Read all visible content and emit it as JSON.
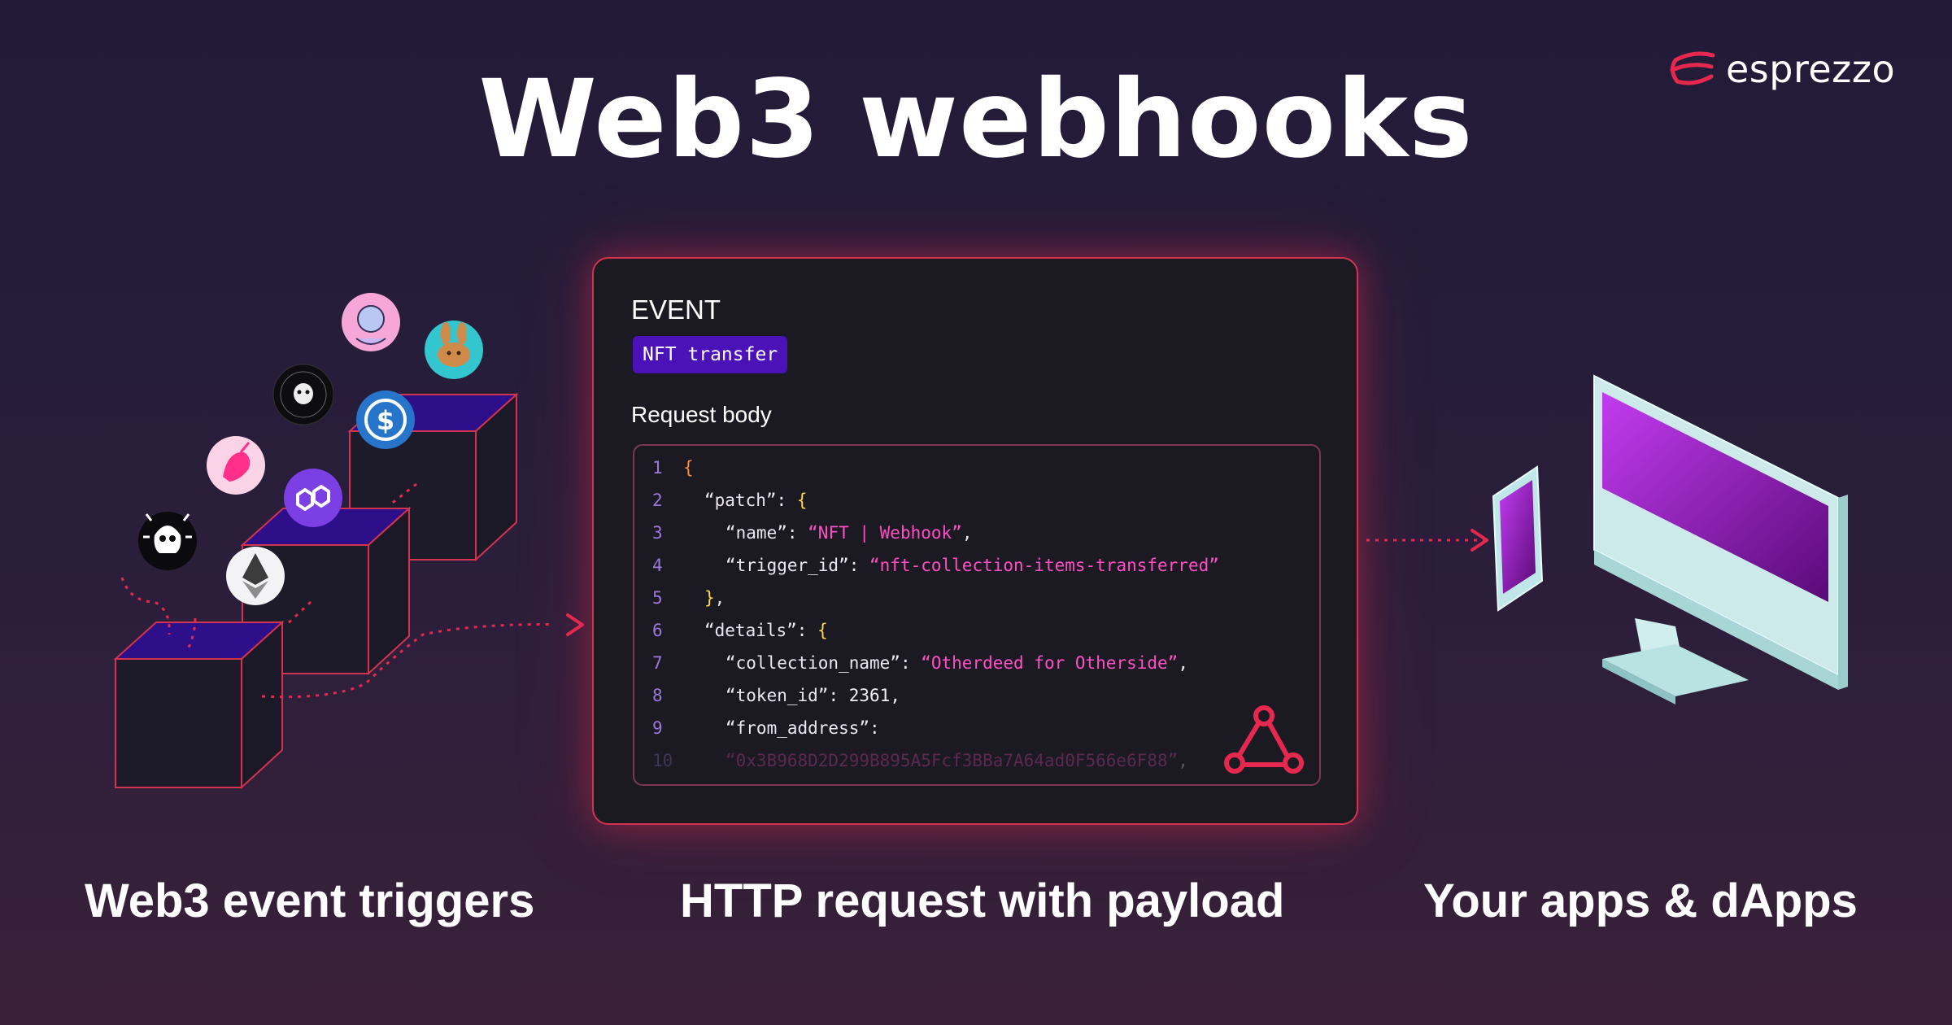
{
  "header": {
    "title": "Web3 webhooks"
  },
  "brand": {
    "name": "esprezzo",
    "accent": "#e6284f"
  },
  "card": {
    "event_label": "EVENT",
    "event_badge": "NFT transfer",
    "request_body_label": "Request body",
    "code_lines": [
      {
        "n": "1",
        "indent": 0,
        "parts": [
          [
            "{",
            "b1"
          ]
        ]
      },
      {
        "n": "2",
        "indent": 1,
        "parts": [
          [
            "“patch”",
            "k"
          ],
          [
            ": ",
            "p"
          ],
          [
            "{",
            "b2"
          ]
        ]
      },
      {
        "n": "3",
        "indent": 2,
        "parts": [
          [
            "“name”",
            "k"
          ],
          [
            ": ",
            "p"
          ],
          [
            "“NFT | Webhook”",
            "s"
          ],
          [
            ",",
            "p"
          ]
        ]
      },
      {
        "n": "4",
        "indent": 2,
        "parts": [
          [
            "“trigger_id”",
            "k"
          ],
          [
            ": ",
            "p"
          ],
          [
            "“nft-collection-items-transferred”",
            "s"
          ]
        ]
      },
      {
        "n": "5",
        "indent": 1,
        "parts": [
          [
            "}",
            "b2"
          ],
          [
            ",",
            "p"
          ]
        ]
      },
      {
        "n": "6",
        "indent": 1,
        "parts": [
          [
            "“details”",
            "k"
          ],
          [
            ": ",
            "p"
          ],
          [
            "{",
            "b2"
          ]
        ]
      },
      {
        "n": "7",
        "indent": 2,
        "parts": [
          [
            "“collection_name”",
            "k"
          ],
          [
            ": ",
            "p"
          ],
          [
            "“Otherdeed for Otherside”",
            "s"
          ],
          [
            ",",
            "p"
          ]
        ]
      },
      {
        "n": "8",
        "indent": 2,
        "parts": [
          [
            "“token_id”",
            "k"
          ],
          [
            ": ",
            "p"
          ],
          [
            "2361",
            "n"
          ],
          [
            ",",
            "p"
          ]
        ]
      },
      {
        "n": "9",
        "indent": 2,
        "parts": [
          [
            "“from_address”",
            "k"
          ],
          [
            ":",
            "p"
          ]
        ]
      },
      {
        "n": "10",
        "indent": 2,
        "faded": true,
        "parts": [
          [
            "“0x3B968D2D299B895A5Fcf3BBa7A64ad0F566e6F88”",
            "s"
          ],
          [
            ",",
            "p"
          ]
        ]
      }
    ]
  },
  "captions": {
    "left": "Web3 event triggers",
    "center": "HTTP request with payload",
    "right": "Your apps & dApps"
  },
  "icons": {
    "token_icons": [
      "apecoin-avatar-icon",
      "pancakeswap-bunny-icon",
      "bored-ape-yacht-club-icon",
      "usdc-icon",
      "uniswap-unicorn-icon",
      "polygon-icon",
      "skull-token-icon",
      "ethereum-icon"
    ],
    "webhook": "webhook-icon",
    "devices": [
      "smartphone-icon",
      "monitor-icon"
    ]
  },
  "colors": {
    "accent_red": "#e6284f",
    "badge_purple": "#4b12b8",
    "string_pink": "#ff4fc4",
    "cube_top": "#2d0f8a"
  }
}
